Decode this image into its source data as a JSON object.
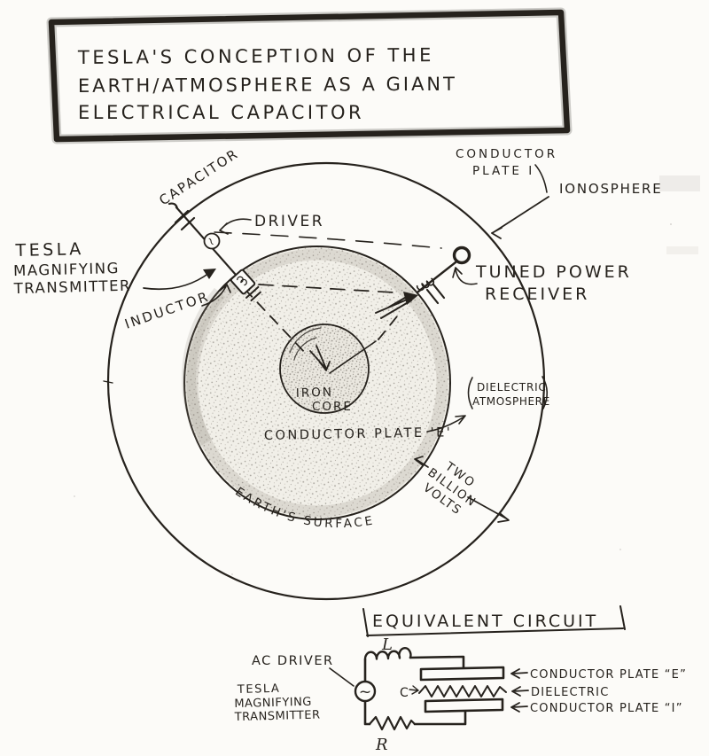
{
  "colors": {
    "ink": "#26221d",
    "paper": "#fcfbf8",
    "pencil_shade": "#8a847a"
  },
  "title": {
    "line1": "TESLA'S CONCEPTION OF THE",
    "line2": "EARTH/ATMOSPHERE AS A GIANT",
    "line3": "ELECTRICAL CAPACITOR"
  },
  "space_view": {
    "conductor_plate_i_line1": "CONDUCTOR",
    "conductor_plate_i_line2": "PLATE I",
    "ionosphere": "IONOSPHERE",
    "capacitor": "CAPACITOR",
    "driver": "DRIVER",
    "tesla_line1": "TESLA",
    "tesla_line2": "MAGNIFYING",
    "tesla_line3": "TRANSMITTER",
    "inductor": "INDUCTOR",
    "receiver_line1": "TUNED POWER",
    "receiver_line2": "RECEIVER",
    "iron_core_line1": "IRON",
    "iron_core_line2": "CORE",
    "dielectric_line1": "DIELECTRIC",
    "dielectric_line2": "ATMOSPHERE",
    "conductor_plate_e": "CONDUCTOR PLATE 'E'",
    "volts_line1": "TWO",
    "volts_line2": "BILLION",
    "volts_line3": "VOLTS",
    "earths_surface": "EARTH'S SURFACE",
    "ac_symbol": "~"
  },
  "equivalent_circuit": {
    "title": "EQUIVALENT CIRCUIT",
    "ac_driver": "AC DRIVER",
    "tesla_line1": "TESLA",
    "tesla_line2": "MAGNIFYING",
    "tesla_line3": "TRANSMITTER",
    "inductance": "L",
    "capacitance": "C",
    "resistance": "R",
    "ac_symbol": "~",
    "plate_e": "CONDUCTOR PLATE “E”",
    "dielectric": "DIELECTRIC",
    "plate_i": "CONDUCTOR PLATE “I”"
  }
}
